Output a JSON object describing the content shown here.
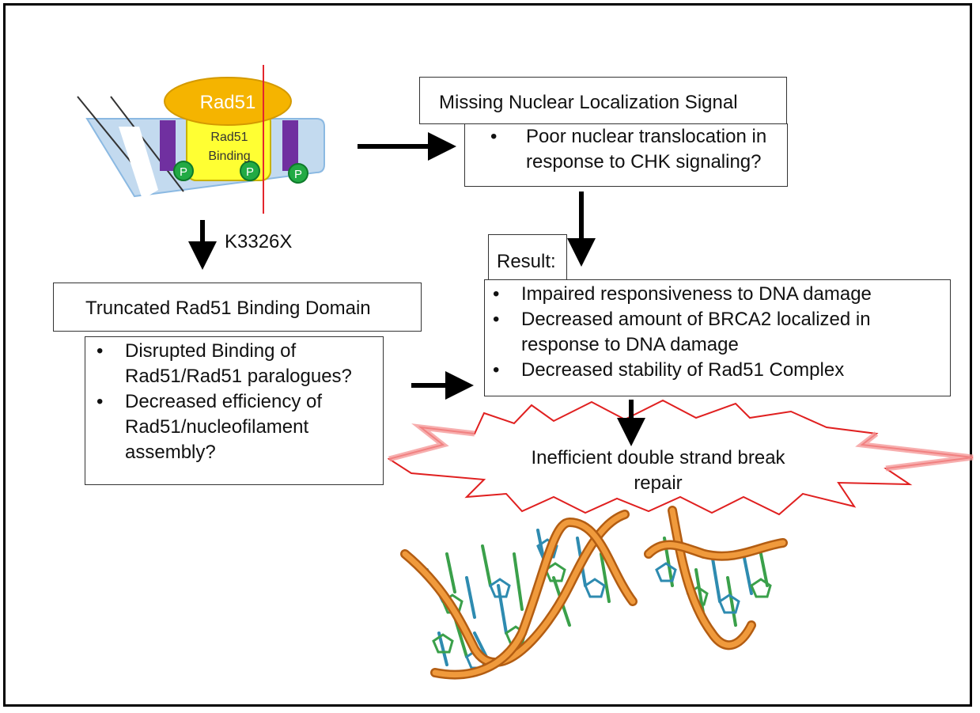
{
  "schematic": {
    "protein_label": "Rad51",
    "domain_label_line1": "Rad51",
    "domain_label_line2": "Binding",
    "phospho_label": "P"
  },
  "mutation_label": "K3326X",
  "nls_box": {
    "title": "Missing Nuclear Localization Signal",
    "bullets": [
      "Poor nuclear translocation in response to CHK signaling?"
    ]
  },
  "truncated_box": {
    "title": "Truncated Rad51 Binding Domain",
    "bullets": [
      "Disrupted Binding of Rad51/Rad51 paralogues?",
      "Decreased efficiency of Rad51/nucleofilament assembly?"
    ]
  },
  "result_box": {
    "label": "Result:",
    "bullets": [
      "Impaired responsiveness to DNA damage",
      "Decreased amount of BRCA2 localized in response to DNA damage",
      "Decreased stability of Rad51 Complex"
    ]
  },
  "burst": {
    "line1": "Inefficient double strand break",
    "line2": "repair"
  },
  "colors": {
    "rad51_gold": "#f5b400",
    "binding_yellow": "#ffff33",
    "band_purple": "#7030a0",
    "phospho_green": "#22aa44",
    "strand_blue": "#bdd7ee",
    "cut_line_red": "#e3262e",
    "dna_backbone_orange": "#e8862b"
  }
}
